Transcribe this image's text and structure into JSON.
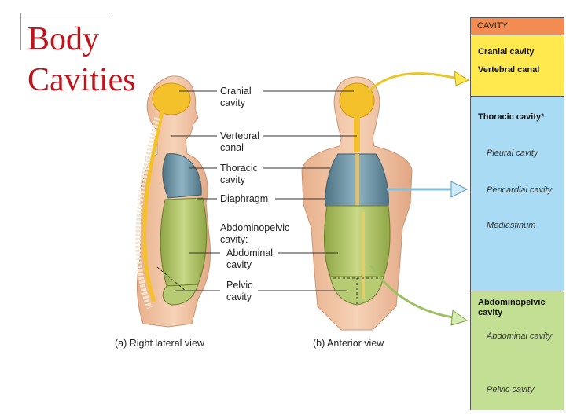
{
  "title": [
    "Body",
    "Cavities"
  ],
  "labels": {
    "cranial": "Cranial\ncavity",
    "vertebral": "Vertebral\ncanal",
    "thoracic": "Thoracic\ncavity",
    "diaphragm": "Diaphragm",
    "abdominopelvic": "Abdominopelvic\ncavity:",
    "abdominal": "Abdominal\ncavity",
    "pelvic": "Pelvic\ncavity"
  },
  "captions": {
    "left": "(a) Right lateral view",
    "right": "(b) Anterior view"
  },
  "panel": {
    "header": "CAVITY",
    "cranial": "Cranial cavity",
    "vertebral": "Vertebral canal",
    "thoracic": "Thoracic cavity*",
    "pleural": "Pleural cavity",
    "pericardial": "Pericardial cavity",
    "mediastinum": "Mediastinum",
    "abdominopelvic": "Abdominopelvic\ncavity",
    "abdominal": "Abdominal cavity",
    "pelvic": "Pelvic cavity"
  },
  "colors": {
    "title": "#c0141c",
    "cavity_header": "#f28c52",
    "dorsal_cavities": "#ffe94f",
    "thoracic_cavity": "#a9dcf4",
    "abdominopelvic_cavity": "#c2df94",
    "skin": "#f2c8a6"
  }
}
